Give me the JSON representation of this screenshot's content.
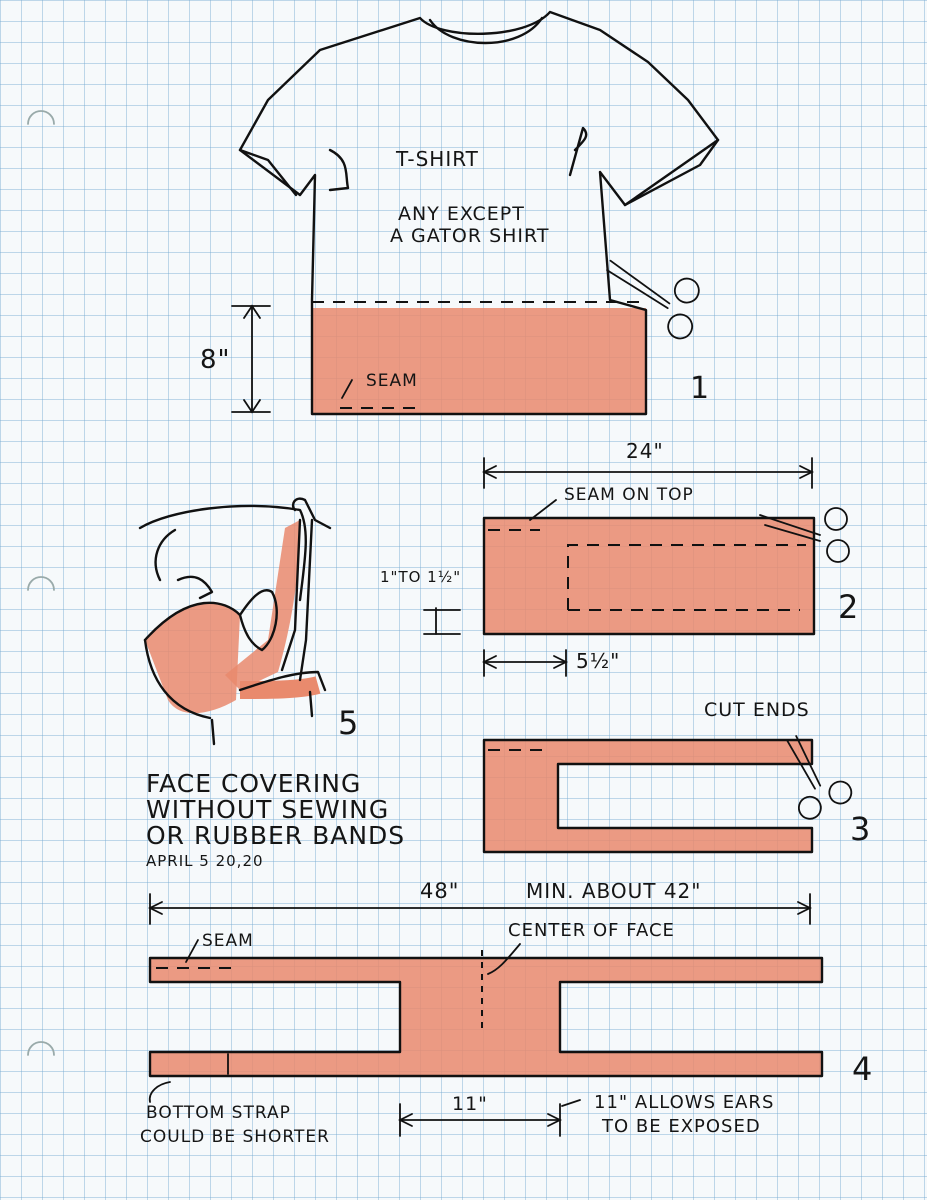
{
  "step1": {
    "shirt_label": "T-SHIRT",
    "note_line1": "ANY EXCEPT",
    "note_line2": "A GATOR SHIRT",
    "height_dim": "8\"",
    "seam_label": "SEAM",
    "step_number": "1"
  },
  "step2": {
    "width_dim": "24\"",
    "seam_note": "SEAM ON TOP",
    "strap_dim": "1\"TO 1½\"",
    "end_dim": "5½\"",
    "step_number": "2"
  },
  "step3": {
    "cut_note": "CUT ENDS",
    "step_number": "3"
  },
  "step4": {
    "total_dim": "48\"",
    "min_note": "MIN. ABOUT 42\"",
    "seam_label": "SEAM",
    "center_note": "CENTER OF FACE",
    "center_dim": "11\"",
    "bottom_note_line1": "BOTTOM STRAP",
    "bottom_note_line2": "COULD BE SHORTER",
    "ears_note_line1": "11\" ALLOWS EARS",
    "ears_note_line2": "TO BE EXPOSED",
    "step_number": "4"
  },
  "step5": {
    "step_number": "5"
  },
  "title": {
    "line1": "FACE COVERING",
    "line2": "WITHOUT SEWING",
    "line3": "OR RUBBER BANDS",
    "date": "APRIL 5 20,20"
  },
  "colors": {
    "fabric": "#e98a6d",
    "ink": "#111111",
    "grid": "#78aad2"
  }
}
